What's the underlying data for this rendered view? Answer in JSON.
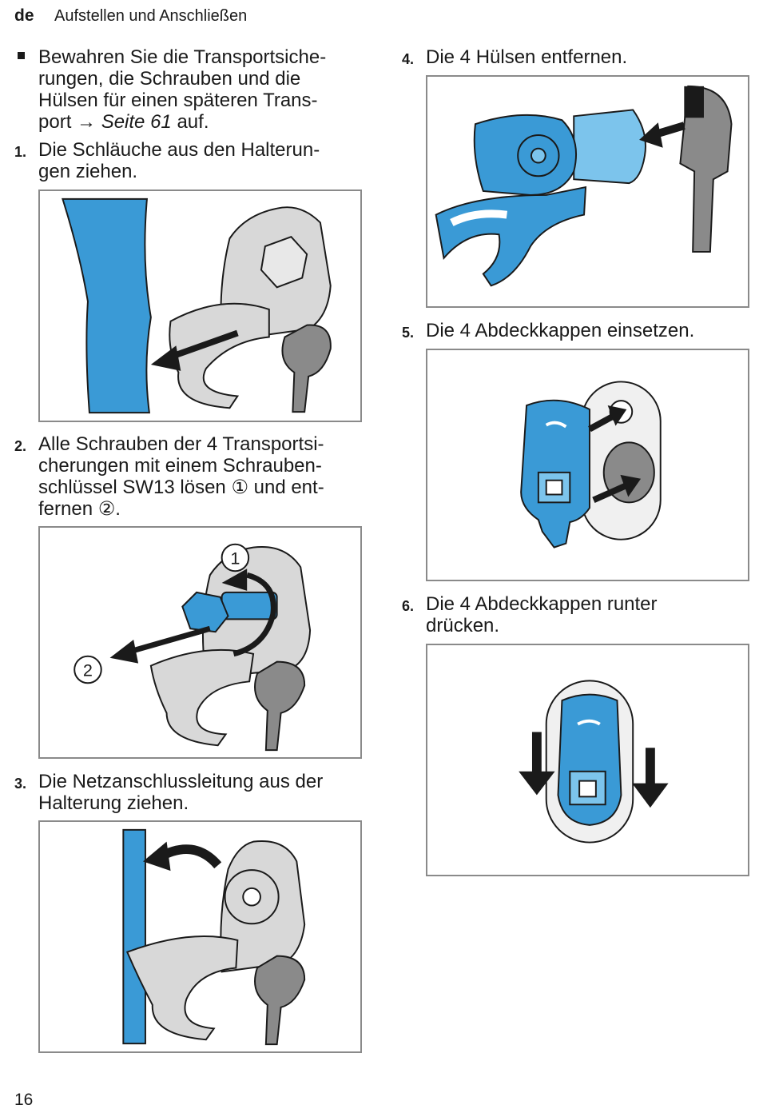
{
  "header": {
    "lang": "de",
    "title": "Aufstellen und Anschließen"
  },
  "bullet_item": {
    "line1": "Bewahren Sie die Transportsiche-",
    "line2": "rungen, die Schrauben und die",
    "line3": "Hülsen für einen späteren Trans-",
    "line4_prefix": "port",
    "arrow": "→",
    "link": "Seite 61",
    "line4_suffix": "auf."
  },
  "steps": [
    {
      "num": "1.",
      "lines": [
        "Die Schläuche aus den Halterun-",
        "gen ziehen."
      ]
    },
    {
      "num": "2.",
      "lines": [
        "Alle Schrauben der 4 Transportsi-",
        "cherungen mit einem Schrauben-",
        "schlüssel SW13 lösen ① und ent-",
        "fernen ②."
      ]
    },
    {
      "num": "3.",
      "lines": [
        "Die Netzanschlussleitung aus der",
        "Halterung ziehen."
      ]
    },
    {
      "num": "4.",
      "lines": [
        "Die 4 Hülsen entfernen."
      ]
    },
    {
      "num": "5.",
      "lines": [
        "Die 4 Abdeckkappen einsetzen."
      ]
    },
    {
      "num": "6.",
      "lines": [
        "Die 4 Abdeckkappen runter",
        "drücken."
      ]
    }
  ],
  "figure2_labels": {
    "one": "1",
    "two": "2"
  },
  "footer": {
    "page_number": "16"
  },
  "colors": {
    "blue": "#3a9ad6",
    "light_blue": "#7cc4ec",
    "grey": "#d8d8d8",
    "dark_grey": "#8a8a8a",
    "frame": "#8a8a8a"
  }
}
